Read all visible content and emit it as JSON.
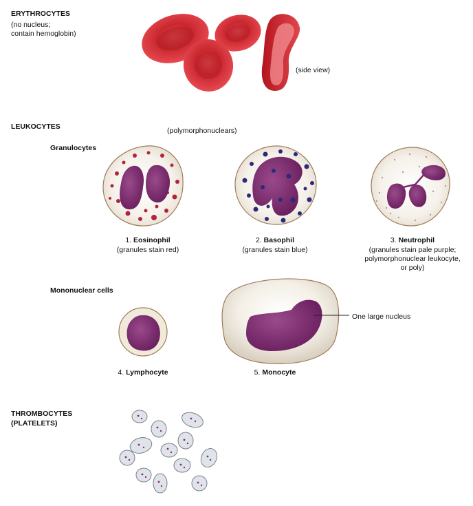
{
  "erythrocytes": {
    "heading": "ERYTHROCYTES",
    "note_line1": "(no nucleus;",
    "note_line2": "contain hemoglobin)",
    "side_view": "(side view)"
  },
  "leukocytes": {
    "heading": "LEUKOCYTES",
    "polymorpho": "(polymorphonuclears)",
    "granulocytes": "Granulocytes",
    "eosinophil": {
      "number": "1. ",
      "name": "Eosinophil",
      "note": "(granules stain red)"
    },
    "basophil": {
      "number": "2. ",
      "name": "Basophil",
      "note": "(granules stain blue)"
    },
    "neutrophil": {
      "number": "3. ",
      "name": "Neutrophil",
      "note1": "(granules stain pale purple;",
      "note2": "polymorphonuclear leukocyte,",
      "note3": "or poly)"
    },
    "mononuclear": "Mononuclear cells",
    "lymphocyte": {
      "number": "4. ",
      "name": "Lymphocyte"
    },
    "monocyte": {
      "number": "5. ",
      "name": "Monocyte"
    },
    "nucleus_label": "One large nucleus"
  },
  "thrombocytes": {
    "heading1": "THROMBOCYTES",
    "heading2": "(PLATELETS)"
  },
  "colors": {
    "rbc": "#d8343a",
    "nucleus": "#7a2a6e",
    "eosin_granule": "#b3243a",
    "baso_granule": "#2c2a78",
    "platelet": "#dfe3ea"
  }
}
